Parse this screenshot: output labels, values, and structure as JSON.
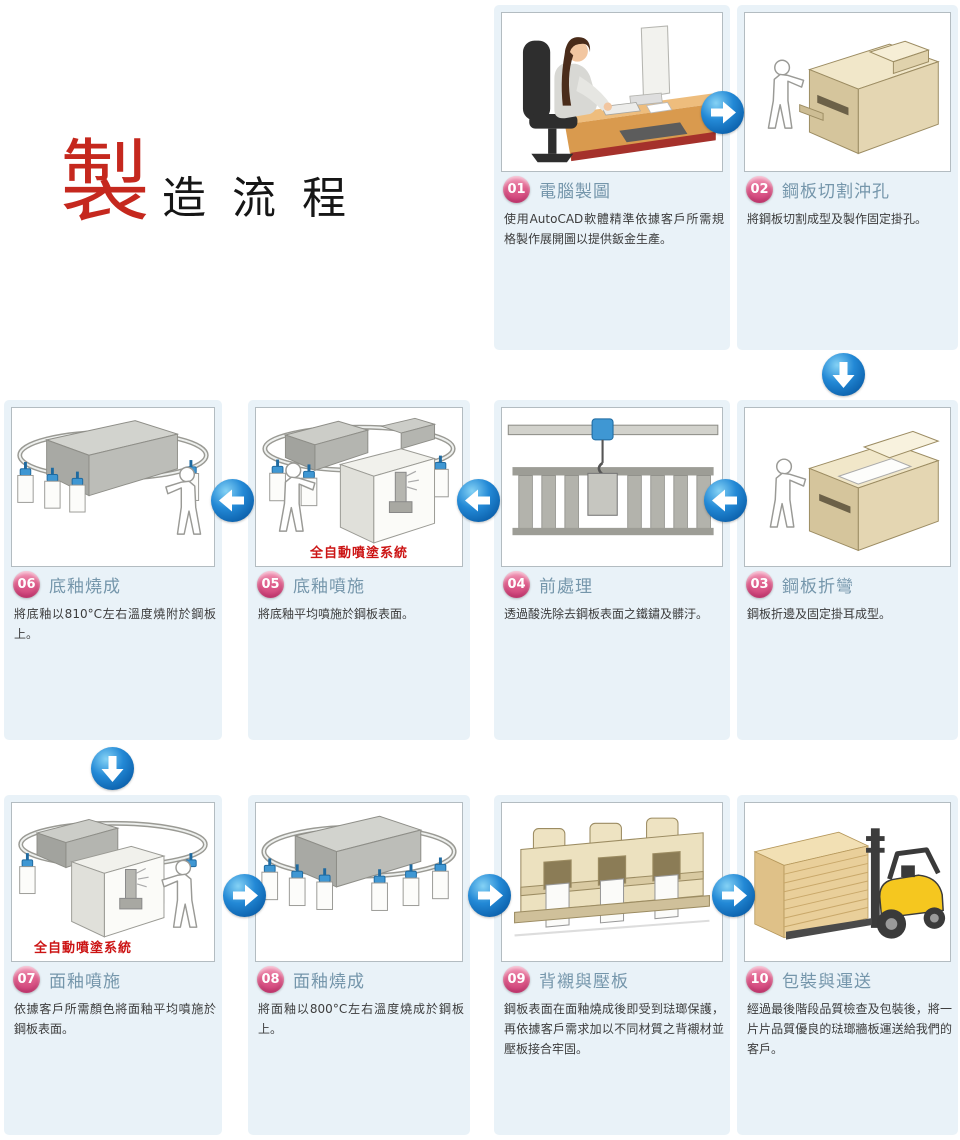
{
  "page_title": {
    "accent": "製",
    "rest": "造流程"
  },
  "colors": {
    "title_accent_red": "#c5281e",
    "card_background": "#e9f2f8",
    "step_title_blue": "#7596ab",
    "badge_pink": "#d0417a",
    "arrow_blue": "#1e7cc9",
    "annotation_red": "#cc1414"
  },
  "steps": [
    {
      "num": "01",
      "title": "電腦製圖",
      "desc": "使用AutoCAD軟體精準依據客戶所需規格製作展開圖以提供鈑金生產。",
      "illustration": "woman-at-computer"
    },
    {
      "num": "02",
      "title": "鋼板切割沖孔",
      "desc": "將鋼板切割成型及製作固定掛孔。",
      "illustration": "cutting-machine"
    },
    {
      "num": "03",
      "title": "鋼板折彎",
      "desc": "鋼板折邊及固定掛耳成型。",
      "illustration": "bending-machine"
    },
    {
      "num": "04",
      "title": "前處理",
      "desc": "透過酸洗除去鋼板表面之鐵鏽及髒汙。",
      "illustration": "hanging-plate-pickling"
    },
    {
      "num": "05",
      "title": "底釉噴施",
      "desc": "將底釉平均噴施於鋼板表面。",
      "annotation": "全自動噴塗系統",
      "illustration": "auto-spray-booth"
    },
    {
      "num": "06",
      "title": "底釉燒成",
      "desc": "將底釉以810°C左右溫度燒附於鋼板上。",
      "illustration": "firing-furnace-conveyor"
    },
    {
      "num": "07",
      "title": "面釉噴施",
      "desc": "依據客戶所需顏色將面釉平均噴施於鋼板表面。",
      "annotation": "全自動噴塗系統",
      "illustration": "auto-spray-booth"
    },
    {
      "num": "08",
      "title": "面釉燒成",
      "desc": "將面釉以800°C左右溫度燒成於鋼板上。",
      "illustration": "firing-furnace-conveyor"
    },
    {
      "num": "09",
      "title": "背襯與壓板",
      "desc": "鋼板表面在面釉燒成後即受到琺瑯保護，再依據客戶需求加以不同材質之背襯材並壓板接合牢固。",
      "illustration": "press-machine"
    },
    {
      "num": "10",
      "title": "包裝與運送",
      "desc": "經過最後階段品質檢查及包裝後，將一片片品質優良的琺瑯牆板運送給我們的客戶。",
      "illustration": "forklift-shipping"
    }
  ]
}
